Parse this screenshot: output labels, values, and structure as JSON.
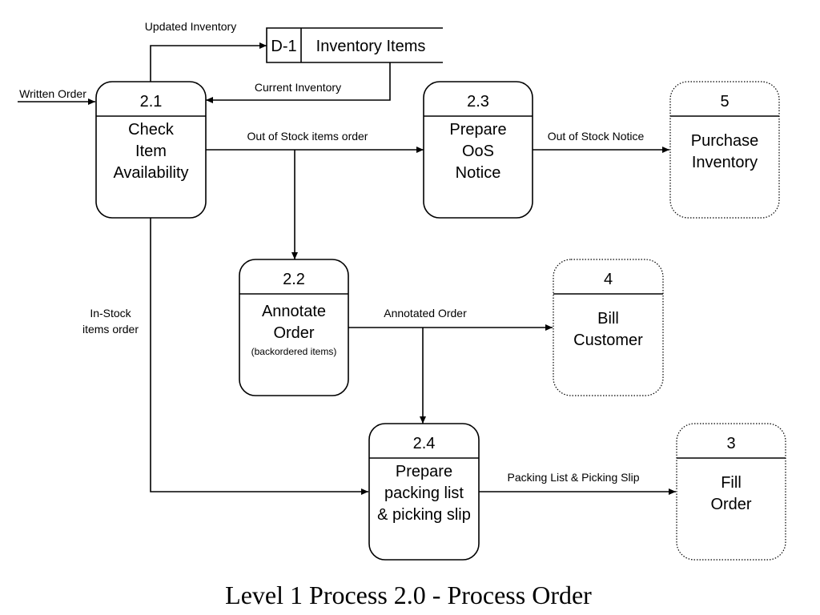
{
  "data_store": {
    "id": "D-1",
    "name": "Inventory Items"
  },
  "processes": {
    "p21": {
      "number": "2.1",
      "lines": [
        "Check",
        "Item",
        "Availability"
      ]
    },
    "p22": {
      "number": "2.2",
      "lines": [
        "Annotate",
        "Order"
      ],
      "subtitle": "(backordered items)"
    },
    "p23": {
      "number": "2.3",
      "lines": [
        "Prepare",
        "OoS",
        "Notice"
      ]
    },
    "p24": {
      "number": "2.4",
      "lines": [
        "Prepare",
        "packing list",
        "& picking slip"
      ]
    }
  },
  "external_processes": {
    "e5": {
      "number": "5",
      "lines": [
        "Purchase",
        "Inventory"
      ]
    },
    "e4": {
      "number": "4",
      "lines": [
        "Bill",
        "Customer"
      ]
    },
    "e3": {
      "number": "3",
      "lines": [
        "Fill",
        "Order"
      ]
    }
  },
  "flows": {
    "written_order": "Written Order",
    "updated_inventory": "Updated Inventory",
    "current_inventory": "Current Inventory",
    "out_of_stock_items_order": "Out of Stock items order",
    "out_of_stock_notice": "Out of Stock Notice",
    "in_stock_line1": "In-Stock",
    "in_stock_line2": "items order",
    "annotated_order": "Annotated Order",
    "packing_list_picking_slip": "Packing List & Picking Slip"
  },
  "caption": "Level 1 Process 2.0 - Process Order"
}
